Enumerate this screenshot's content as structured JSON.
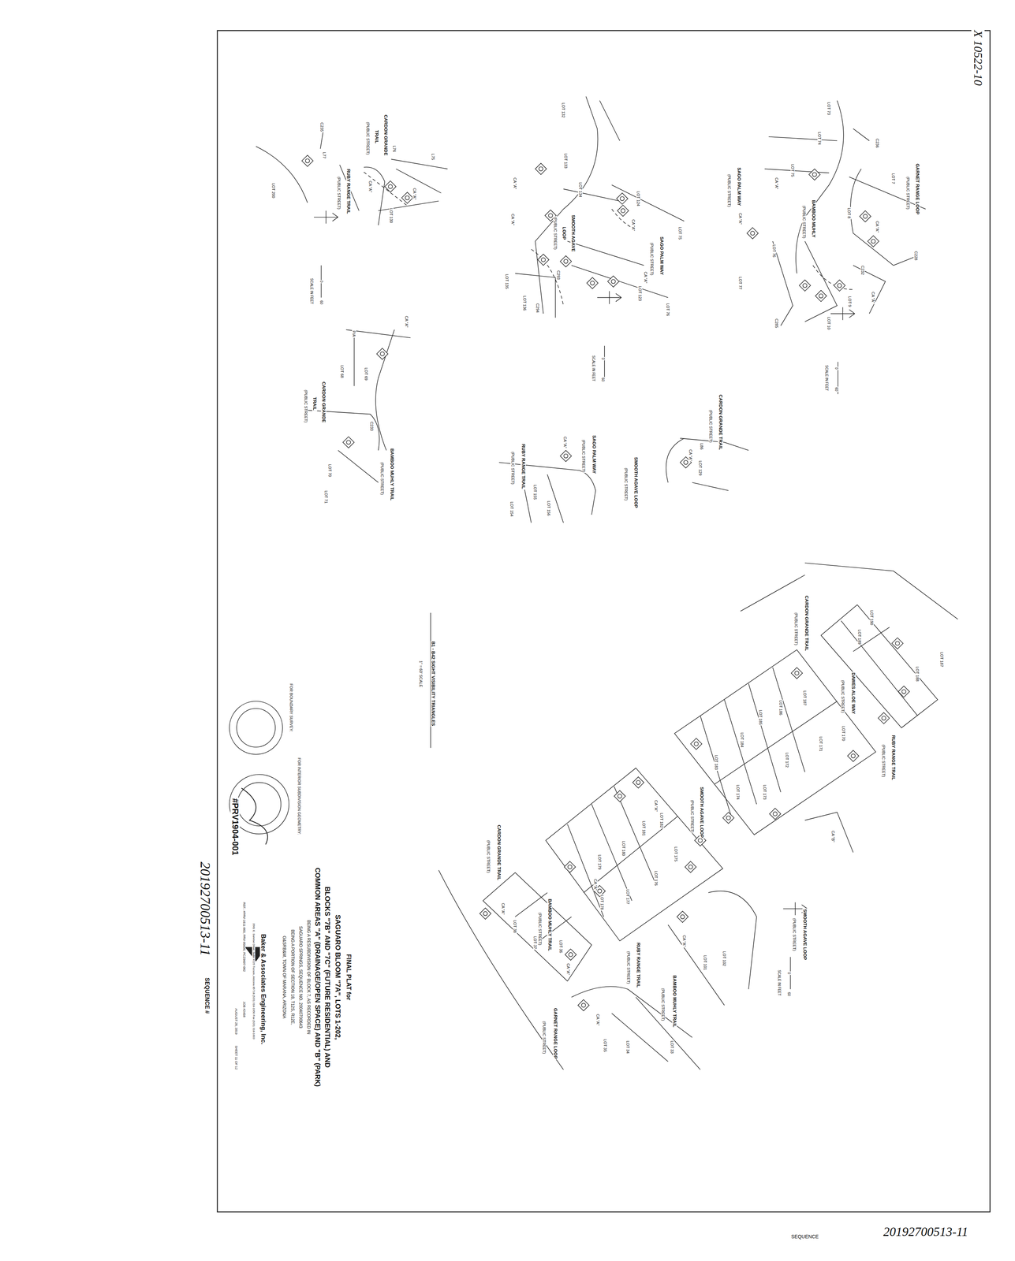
{
  "diagram": {
    "title": "FINAL PLAT for",
    "labels": [
      "CARDON GRANDE",
      "TRAIL",
      "(PUBLIC STREET)",
      "C235",
      "L77",
      "L76",
      "L75",
      "CA \"A\"",
      "CA \"A\"",
      "RUBY RANGE TRAIL",
      "(PUBLIC STREET)",
      "LOT 130",
      "LOT 200",
      "0",
      "SCALE IN FEET",
      "60",
      "LOT 132",
      "LOT 133",
      "LOT 134",
      "LOT 124",
      "LOT 75",
      "LOT 76",
      "LOT 123",
      "LOT 135",
      "LOT 136",
      "SMOOTH AGAVE",
      "LOOP",
      "(PUBLIC STREET)",
      "SAGO PALM WAY",
      "(PUBLIC STREET)",
      "CA \"A\"",
      "CA \"A\"",
      "CA \"A\"",
      "CA \"A\"",
      "C293",
      "C294",
      "0",
      "SCALE IN FEET",
      "60",
      "GARNET RANGE LOOP",
      "(PUBLIC STREET)",
      "LOT 7",
      "LOT 8",
      "LOT 9",
      "LOT 10",
      "LOT 73",
      "LOT 74",
      "LOT 75",
      "LOT 76",
      "LOT 77",
      "SAGO PALM WAY",
      "(PUBLIC STREET)",
      "BAMBOO MUHLY",
      "(PUBLIC STREET)",
      "CA \"A\"",
      "CA \"A\"",
      "CA \"A\"",
      "CA \"A\"",
      "C236",
      "C228",
      "C232",
      "C285",
      "0",
      "SCALE IN FEET",
      "60",
      "CA \"A\"",
      "P/A",
      "LOT 68",
      "LOT 69",
      "CARDON GRANDE",
      "TRAIL",
      "(PUBLIC STREET)",
      "BAMBOO MUHLY TRAIL",
      "(PUBLIC STREET)",
      "LOT 70",
      "LOT 71",
      "C233",
      "SAGO PALM WAY",
      "(PUBLIC STREET)",
      "RUBY RANGE TRAIL",
      "(PUBLIC STREET)",
      "LOT 155",
      "LOT 156",
      "LOT 154",
      "CA \"A\"",
      "CARDON GRANDE TRAIL",
      "(PUBLIC STREET)",
      "SMOOTH AGAVE LOOP",
      "(PUBLIC STREET)",
      "LOT 129",
      "L86",
      "CA \"A\"",
      "B1 - B42 SIGHT VISIBILITY TRIANGLES",
      "1\" = 60' SCALE",
      "CARDON GRANDE TRAIL",
      "(PUBLIC STREET)",
      "LOT 190",
      "LOT 189",
      "LOT 188",
      "LOT 187",
      "DAWES ALOE WAY",
      "(PUBLIC STREET)",
      "RUBY RANGE TRAIL",
      "(PUBLIC STREET)",
      "LOT 187",
      "LOT 186",
      "LOT 185",
      "LOT 184",
      "LOT 183",
      "LOT 170",
      "LOT 171",
      "LOT 172",
      "LOT 173",
      "LOT 174",
      "SMOOTH AGAVE LOOP",
      "(PUBLIC STREET)",
      "CA \"B\"",
      "SMOOTH AGAVE LOOP",
      "(PUBLIC STREET)",
      "LOT 181",
      "LOT 182",
      "LOT 180",
      "LOT 179",
      "LOT 175",
      "LOT 176",
      "LOT 177",
      "LOT 178",
      "CA \"A\"",
      "CA \"A\"",
      "BAMBOO MUHLY TRAIL",
      "(PUBLIC STREET)",
      "CARDON GRANDE TRAIL",
      "(PUBLIC STREET)",
      "LOT 38",
      "LOT 37",
      "LOT 36",
      "CA \"A\"",
      "CA \"A\"",
      "RUBY RANGE TRAIL",
      "(PUBLIC STREET)",
      "LOT 102",
      "LOT 101",
      "CA \"A\"",
      "BAMBOO MUHLY TRAIL",
      "(PUBLIC STREET)",
      "GARNET RANGE LOOP",
      "(PUBLIC STREET)",
      "LOT 35",
      "LOT 34",
      "LOT 33",
      "CA \"A\"",
      "0",
      "SCALE IN FEET",
      "60",
      "FOR BOUNDARY SURVEY:",
      "FOR INTERIOR SUBDIVISION GEOMETRY:",
      "SAGUARO BLOOM \"7A\", LOTS 1-202,",
      "BLOCKS \"7B\" AND \"7C\" (FUTURE RESIDENTIAL) AND",
      "COMMON AREAS \"A\" (DRAINAGE/OPEN SPACE) AND \"B\" (PARK)",
      "BEING A RESUBDIVISION OF BLOCK 7, AS RECORDED IN",
      "SAGUARO SPRINGS, SEQUENCE NO. 20040700643",
      "BEING A PORTION OF SECTION 18, T12S, R12E,",
      "G&SRB&M, TOWN OF MARANA, ARIZONA",
      "Baker & Associates Engineering, Inc.",
      "3561 E. Sunrise Drive, Suite #225 Tucson, Arizona 85718 (520) 318-1950 Fax (520) 318-1603",
      "REF.: #PRV-1611-003, PRV-95035; PCZ9607-002",
      "JOB #2458",
      "AUGUST 28, 2019",
      "SHEET 11 OF 12",
      "#PRV1904-001",
      "SEQUENCE #",
      "20192700513-11",
      "X 10522-10",
      "SEQUENCE",
      "20192700513-11"
    ]
  }
}
